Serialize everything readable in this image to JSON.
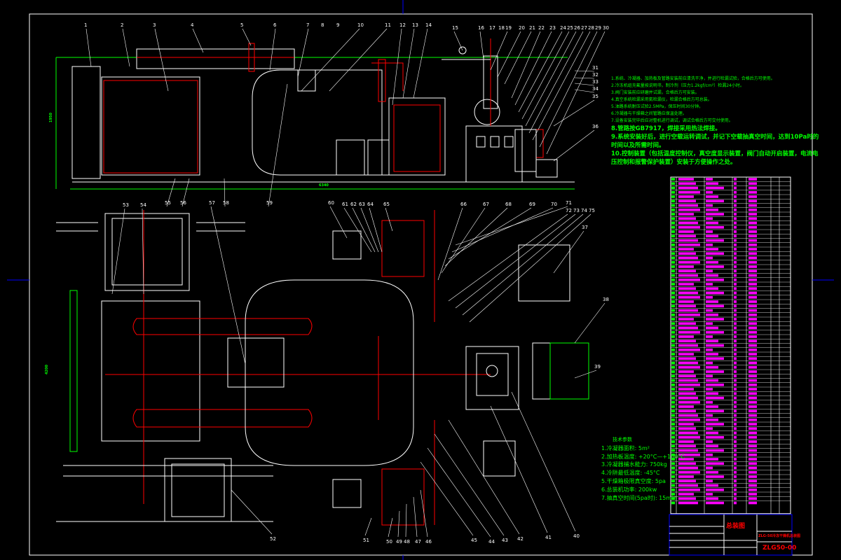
{
  "drawing": {
    "colors": {
      "background": "#000000",
      "outline": "#ffffff",
      "pipe": "#ff0000",
      "dimension": "#00ff00",
      "table_text": "#ff00ff",
      "frame": "#0000ff"
    },
    "balloon_labels": [
      "1",
      "2",
      "3",
      "4",
      "5",
      "6",
      "7",
      "8",
      "9",
      "10",
      "11",
      "12",
      "13",
      "14",
      "15",
      "16",
      "17",
      "18",
      "19",
      "20",
      "21",
      "22",
      "23",
      "24",
      "25",
      "26",
      "27",
      "28",
      "29",
      "30",
      "31",
      "32",
      "33",
      "34",
      "35",
      "36",
      "37",
      "38",
      "39",
      "40",
      "41",
      "42",
      "43",
      "44",
      "45",
      "46",
      "47",
      "48",
      "49",
      "50",
      "51",
      "52",
      "53",
      "54",
      "55",
      "56",
      "57",
      "58",
      "59",
      "60",
      "61",
      "62",
      "63",
      "64",
      "65",
      "66",
      "67",
      "68",
      "69",
      "70",
      "71",
      "72",
      "73",
      "74",
      "75"
    ],
    "dimensions": {
      "overall_length": "6340",
      "height": "1950",
      "plan_width": "4200"
    }
  },
  "notes": [
    "1.系统、冷凝器、加热板及管路安装前应清洗干净，并进行检漏试验，合格后方可使用。",
    "2.冷冻机组充氟量按说明书，制冷剂（压力1.2kgf/cm²）检漏24小时。",
    "3.阀门安装前应研磨并试漏，合格后方可安装。",
    "4.真空系统检漏采用氦检漏仪，检漏合格后方可总装。",
    "5.油路系统耐压试验2.5MPa，保压时间30分钟。",
    "6.冷凝器与干燥箱之间管路应保温处理。",
    "7.设备安装完毕后应对整机进行调试，调试合格后方可交付使用。",
    "8.管路按GB7917，焊接采用热法焊接。",
    "9.系统安装好后，进行空载运转调试，并记下空载抽真空时间，达到10Pa时的时间以及所需时间。",
    "10.控制装置（包括温度控制仪，真空度显示装置，阀门自动开启装置，电流电压控制和报警保护装置）安装于方便操作之处。"
  ],
  "specs": {
    "title": "技术参数",
    "items": [
      "1.冷凝器面积: 5m²",
      "2.加热板温度: +20°C—+100°C",
      "3.冷凝器捕水能力: 750kg",
      "4.冷阱最低温度: -45°C",
      "5.干燥箱极限真空度: 5pa",
      "6.总装机功率: 200kw",
      "7.抽真空时间(5pa时): 15min"
    ]
  },
  "title_block": {
    "company": "总装图",
    "name": "ZLG-50冷冻干燥机总装图",
    "drawing_no": "ZLG50-00"
  }
}
